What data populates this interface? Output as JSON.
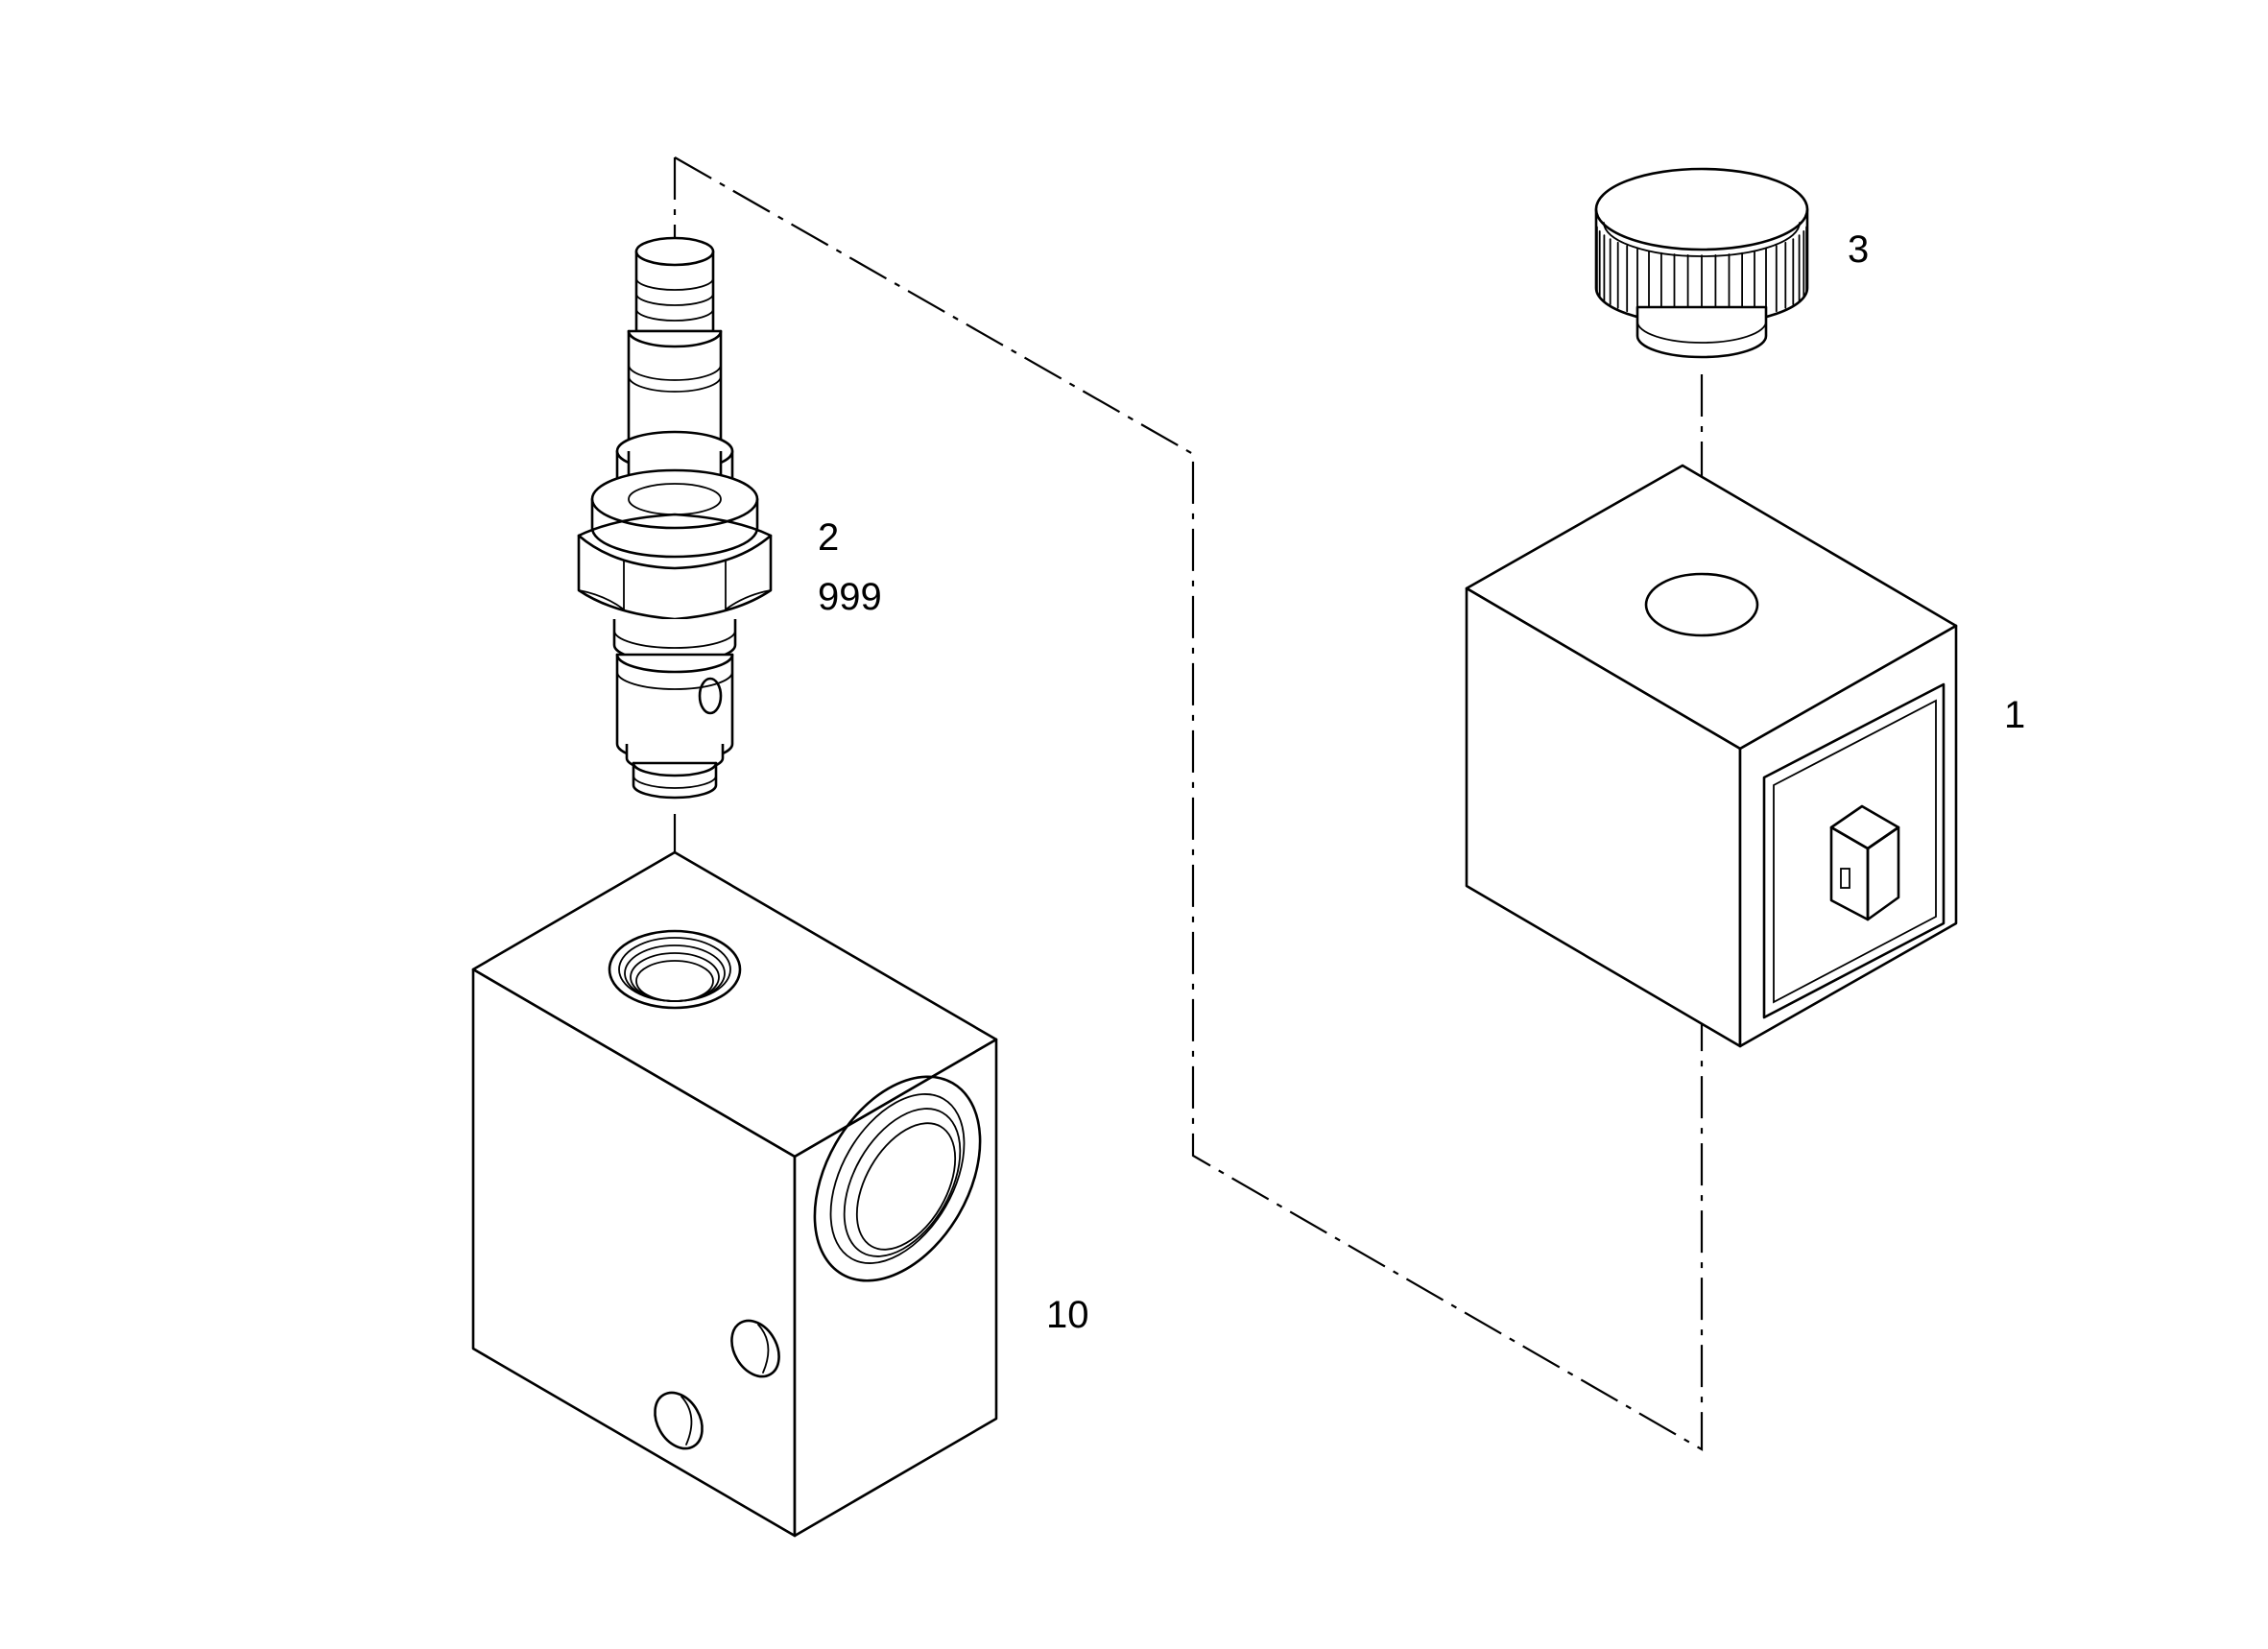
{
  "diagram": {
    "callouts": {
      "coil": "1",
      "cartridge_item": "2",
      "cartridge_sub": "999",
      "nut": "3",
      "block": "10"
    }
  }
}
